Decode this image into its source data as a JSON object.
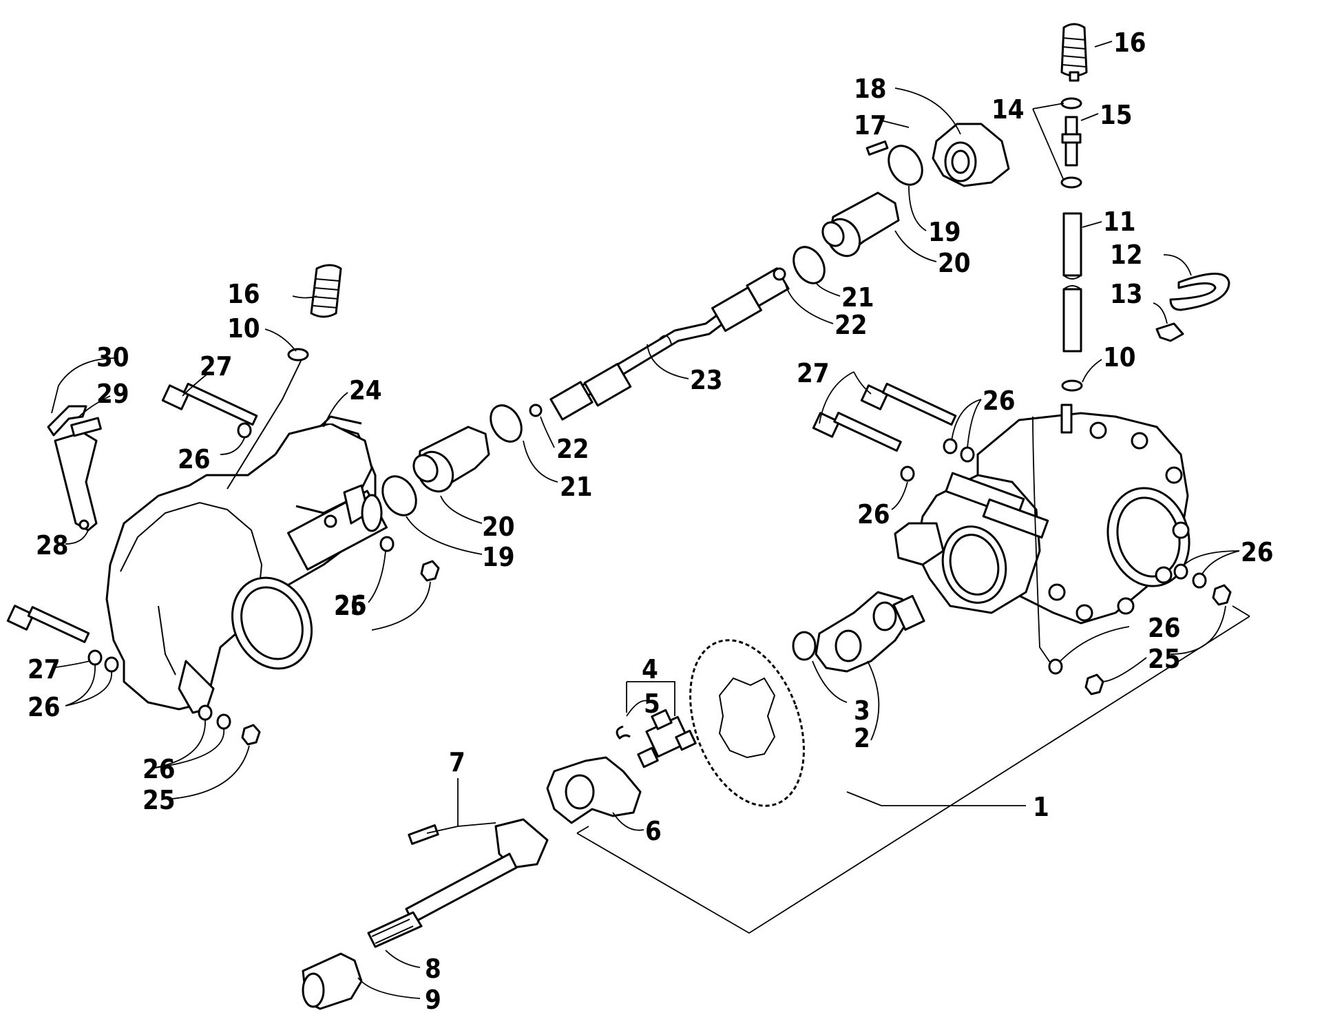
{
  "callouts": [
    {
      "id": "c1",
      "label": "1"
    },
    {
      "id": "c2",
      "label": "2"
    },
    {
      "id": "c3",
      "label": "3"
    },
    {
      "id": "c4",
      "label": "4"
    },
    {
      "id": "c5",
      "label": "5"
    },
    {
      "id": "c6",
      "label": "6"
    },
    {
      "id": "c7",
      "label": "7"
    },
    {
      "id": "c8",
      "label": "8"
    },
    {
      "id": "c9",
      "label": "9"
    },
    {
      "id": "c10a",
      "label": "10"
    },
    {
      "id": "c10b",
      "label": "10"
    },
    {
      "id": "c11",
      "label": "11"
    },
    {
      "id": "c12",
      "label": "12"
    },
    {
      "id": "c13",
      "label": "13"
    },
    {
      "id": "c14",
      "label": "14"
    },
    {
      "id": "c15",
      "label": "15"
    },
    {
      "id": "c16a",
      "label": "16"
    },
    {
      "id": "c16b",
      "label": "16"
    },
    {
      "id": "c17",
      "label": "17"
    },
    {
      "id": "c18",
      "label": "18"
    },
    {
      "id": "c19a",
      "label": "19"
    },
    {
      "id": "c19b",
      "label": "19"
    },
    {
      "id": "c20a",
      "label": "20"
    },
    {
      "id": "c20b",
      "label": "20"
    },
    {
      "id": "c21a",
      "label": "21"
    },
    {
      "id": "c21b",
      "label": "21"
    },
    {
      "id": "c22a",
      "label": "22"
    },
    {
      "id": "c22b",
      "label": "22"
    },
    {
      "id": "c23",
      "label": "23"
    },
    {
      "id": "c24",
      "label": "24"
    },
    {
      "id": "c25a",
      "label": "25"
    },
    {
      "id": "c25b",
      "label": "25"
    },
    {
      "id": "c25c",
      "label": "25"
    },
    {
      "id": "c26a",
      "label": "26"
    },
    {
      "id": "c26b",
      "label": "26"
    },
    {
      "id": "c26c",
      "label": "26"
    },
    {
      "id": "c26d",
      "label": "26"
    },
    {
      "id": "c26e",
      "label": "26"
    },
    {
      "id": "c26f",
      "label": "26"
    },
    {
      "id": "c26g",
      "label": "26"
    },
    {
      "id": "c26h",
      "label": "26"
    },
    {
      "id": "c27a",
      "label": "27"
    },
    {
      "id": "c27b",
      "label": "27"
    },
    {
      "id": "c27c",
      "label": "27"
    },
    {
      "id": "c28",
      "label": "28"
    },
    {
      "id": "c29",
      "label": "29"
    },
    {
      "id": "c30",
      "label": "30"
    }
  ]
}
